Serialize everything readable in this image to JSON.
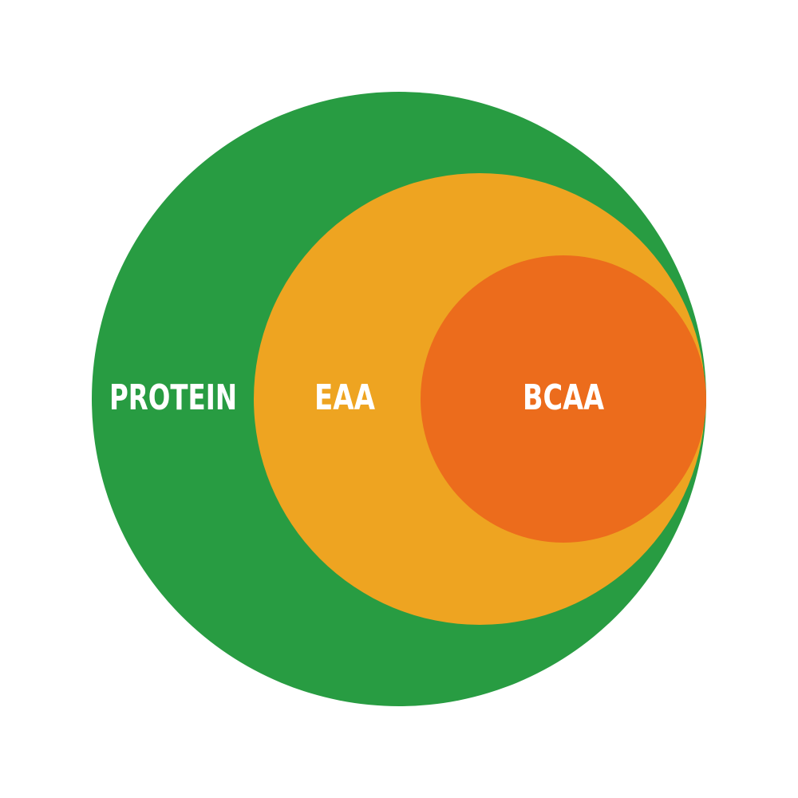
{
  "diagram": {
    "type": "nested-circles",
    "circles": [
      {
        "label": "PROTEIN",
        "color": "#289C42"
      },
      {
        "label": "EAA",
        "color": "#EEA421"
      },
      {
        "label": "BCAA",
        "color": "#EC6C1C"
      }
    ]
  }
}
